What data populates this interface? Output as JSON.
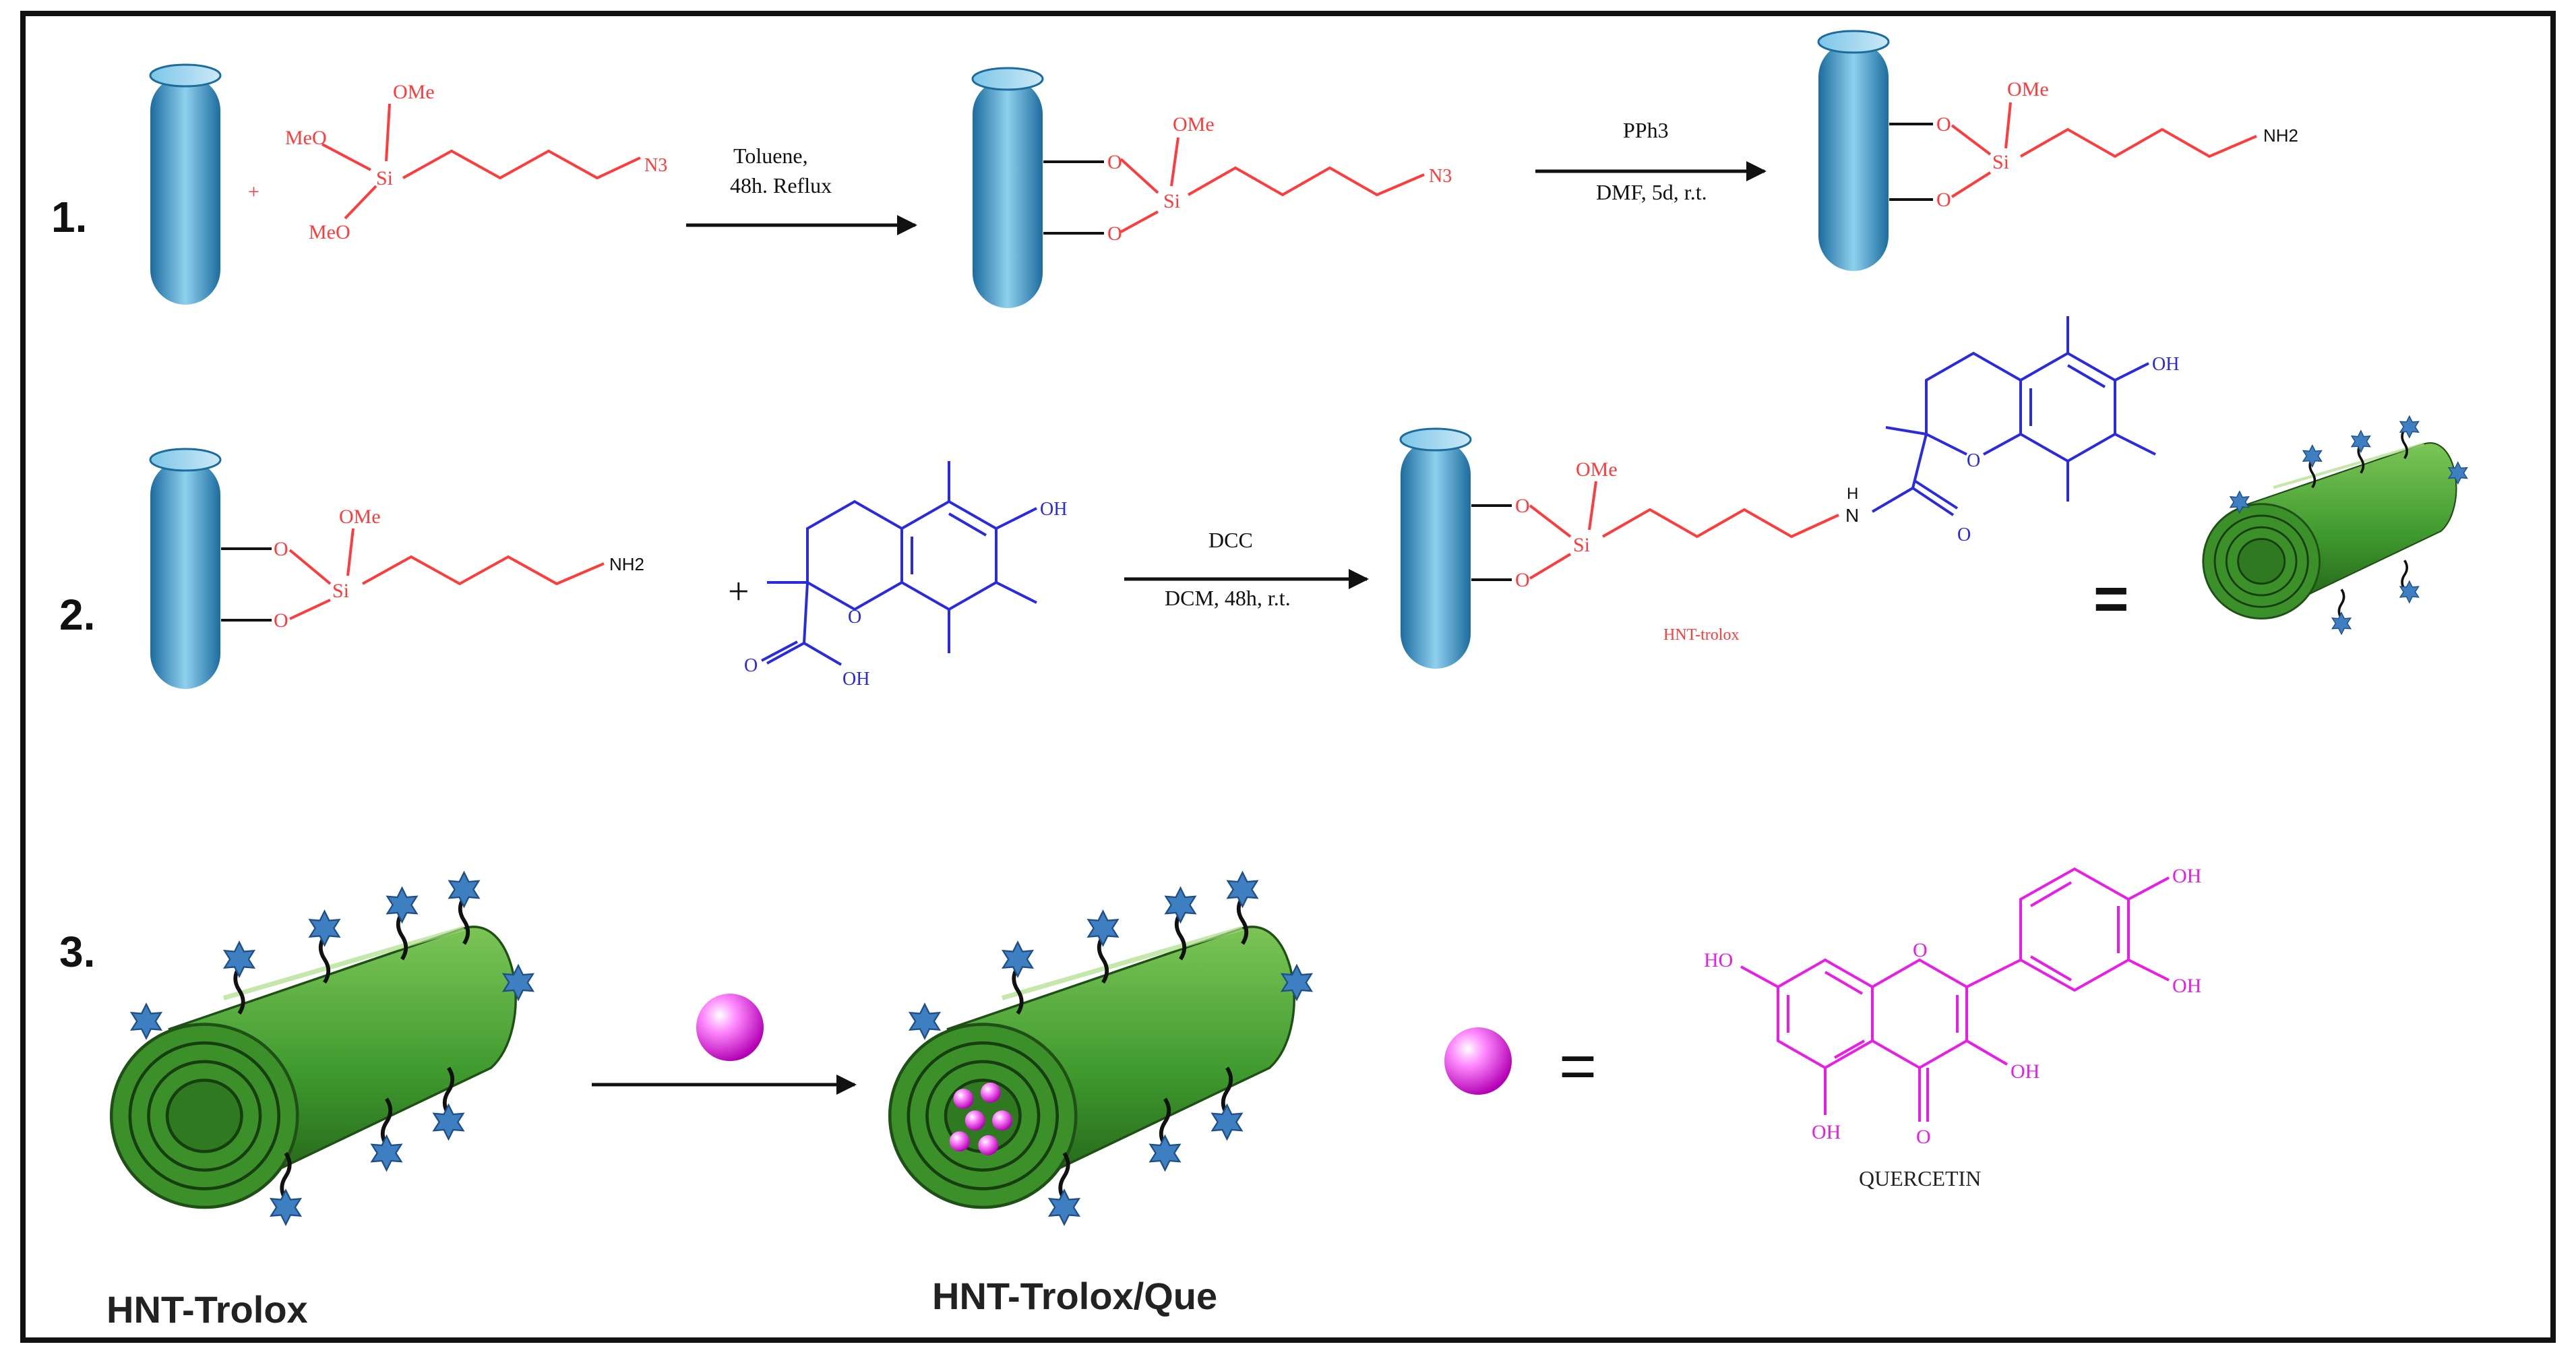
{
  "steps": [
    "1.",
    "2.",
    "3."
  ],
  "colors": {
    "silane": "#ff3b3b",
    "trolox": "#2a2ae0",
    "quercetin": "#e81ee8",
    "tube_blue": "#3a93c6",
    "tube_green": "#3f9a2e",
    "star_blue": "#3d7fc0",
    "arrow": "#111111"
  },
  "icons": {
    "halloysite_tube": "blue-cylinder-icon",
    "functionalized_nanotube": "green-rolled-tube-icon",
    "quercetin_molecule": "pink-sphere-icon"
  },
  "step1": {
    "plus": "+",
    "reagent": {
      "ome": "OMe",
      "meo_top": "MeO",
      "meo_bottom": "MeO",
      "si": "Si",
      "n3": "N3"
    },
    "arrow1": {
      "line1": "Toluene,",
      "line2": "48h. Reflux"
    },
    "intermediate": {
      "o_top": "O",
      "o_bottom": "O",
      "si": "Si",
      "ome": "OMe",
      "n3": "N3"
    },
    "arrow2": {
      "line1": "PPh3",
      "line2": "DMF, 5d, r.t."
    },
    "product": {
      "o_top": "O",
      "o_bottom": "O",
      "si": "Si",
      "ome": "OMe",
      "nh2": "NH2"
    }
  },
  "step2": {
    "start": {
      "o_top": "O",
      "o_bottom": "O",
      "si": "Si",
      "ome": "OMe",
      "nh2": "NH2"
    },
    "plus": "+",
    "trolox": {
      "oh": "OH",
      "ring_o": "O",
      "carbonyl_o": "O",
      "acid_oh": "OH"
    },
    "arrow": {
      "line1": "DCC",
      "line2": "DCM, 48h, r.t."
    },
    "product": {
      "o_top": "O",
      "o_bottom": "O",
      "si": "Si",
      "ome": "OMe",
      "nh": "N",
      "h": "H",
      "amide_o": "O",
      "ring_o": "O",
      "oh": "OH"
    },
    "product_name": "HNT-trolox",
    "equals": "="
  },
  "step3": {
    "label_left": "HNT-Trolox",
    "label_right": "HNT-Trolox/Que",
    "equals": "=",
    "quercetin": {
      "ho_left": "HO",
      "ring_o": "O",
      "oh_top": "OH",
      "oh_right": "OH",
      "oh_3": "OH",
      "oh_5": "OH",
      "keto_o": "O"
    },
    "molecule_name": "QUERCETIN"
  }
}
